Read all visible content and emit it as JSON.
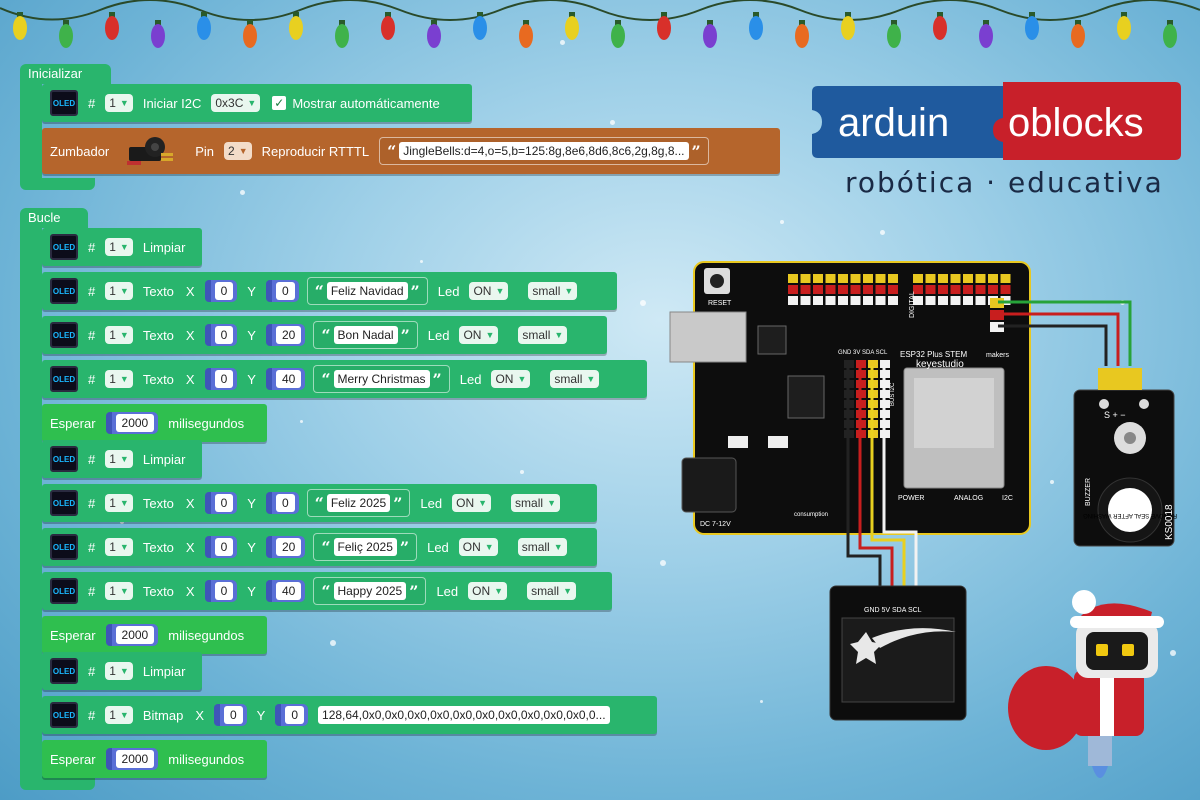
{
  "init": {
    "hat_label": "Inicializar",
    "oled_icon": "OLED",
    "oled_init": {
      "hash": "#",
      "num": "1",
      "label": "Iniciar I2C",
      "addr": "0x3C",
      "check": "✓",
      "show_label": "Mostrar automáticamente"
    },
    "buzzer": {
      "label": "Zumbador",
      "pin_label": "Pin",
      "pin": "2",
      "play_label": "Reproducir RTTTL",
      "open_quote": "“",
      "close_quote": "”",
      "song": "JingleBells:d=4,o=5,b=125:8g,8e6,8d6,8c6,2g,8g,8..."
    }
  },
  "loop": {
    "hat_label": "Bucle",
    "blocks": [
      {
        "kind": "clear",
        "num": "1",
        "label": "Limpiar"
      },
      {
        "kind": "text",
        "num": "1",
        "label": "Texto",
        "x_label": "X",
        "x": "0",
        "y_label": "Y",
        "y": "0",
        "text": "Feliz Navidad",
        "led_label": "Led",
        "led": "ON",
        "size": "small"
      },
      {
        "kind": "text",
        "num": "1",
        "label": "Texto",
        "x_label": "X",
        "x": "0",
        "y_label": "Y",
        "y": "20",
        "text": "Bon Nadal",
        "led_label": "Led",
        "led": "ON",
        "size": "small"
      },
      {
        "kind": "text",
        "num": "1",
        "label": "Texto",
        "x_label": "X",
        "x": "0",
        "y_label": "Y",
        "y": "40",
        "text": "Merry Christmas",
        "led_label": "Led",
        "led": "ON",
        "size": "small"
      },
      {
        "kind": "wait",
        "label": "Esperar",
        "ms": "2000",
        "unit": "milisegundos"
      },
      {
        "kind": "clear",
        "num": "1",
        "label": "Limpiar"
      },
      {
        "kind": "text",
        "num": "1",
        "label": "Texto",
        "x_label": "X",
        "x": "0",
        "y_label": "Y",
        "y": "0",
        "text": "Feliz 2025",
        "led_label": "Led",
        "led": "ON",
        "size": "small"
      },
      {
        "kind": "text",
        "num": "1",
        "label": "Texto",
        "x_label": "X",
        "x": "0",
        "y_label": "Y",
        "y": "20",
        "text": "Feliç 2025",
        "led_label": "Led",
        "led": "ON",
        "size": "small"
      },
      {
        "kind": "text",
        "num": "1",
        "label": "Texto",
        "x_label": "X",
        "x": "0",
        "y_label": "Y",
        "y": "40",
        "text": "Happy 2025",
        "led_label": "Led",
        "led": "ON",
        "size": "small"
      },
      {
        "kind": "wait",
        "label": "Esperar",
        "ms": "2000",
        "unit": "milisegundos"
      },
      {
        "kind": "clear",
        "num": "1",
        "label": "Limpiar"
      },
      {
        "kind": "bitmap",
        "num": "1",
        "label": "Bitmap",
        "x_label": "X",
        "x": "0",
        "y_label": "Y",
        "y": "0",
        "data": "128,64,0x0,0x0,0x0,0x0,0x0,0x0,0x0,0x0,0x0,0x0,0..."
      },
      {
        "kind": "wait",
        "label": "Esperar",
        "ms": "2000",
        "unit": "milisegundos"
      }
    ]
  },
  "brand": {
    "logo_left": "arduin",
    "logo_right": "oblocks",
    "tagline": "robótica · educativa"
  },
  "board": {
    "reset": "RESET",
    "power_in": "DC 7-12V",
    "model": "ESP32 Plus STEM",
    "maker": "makers",
    "brand": "keyestudio",
    "digital": "DIGITAL",
    "analog": "ANALOG",
    "power": "POWER",
    "i2c": "I2C",
    "bus_i2c": "BUS I2C",
    "header_pins": "GND 3V SDA SCL",
    "consumption": "consumption",
    "buzzer_module": "BUZZER",
    "buzzer_code": "KS0018",
    "buzzer_pins": "S  +  −",
    "oled_pins": "GND 5V SDA SCL",
    "seal": "REMOVE SEAL AFTER WASHING"
  },
  "colors": {
    "block_green": "#29b56d",
    "wait_green": "#2fbf4f",
    "buzzer_brown": "#b5652c",
    "var_blue": "#5a6fd6",
    "logo_blue": "#1f5a9e",
    "logo_red": "#c8202a"
  }
}
